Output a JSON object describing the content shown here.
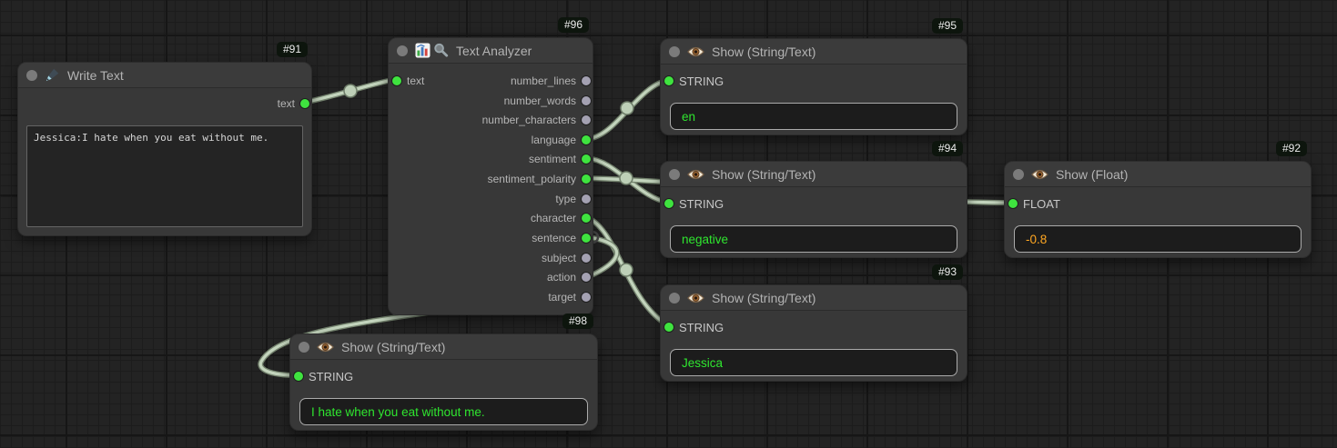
{
  "app": {
    "type": "node-graph-editor"
  },
  "colors": {
    "canvas_bg": "#232323",
    "node_bg": "#383838",
    "wire": "#c3d4bd",
    "connected_port": "#3fe33f",
    "unconnected_port": "#a4a1b2",
    "string_value_color": "#2fe62f",
    "float_value_color": "#ffa722"
  },
  "nodes": [
    {
      "id": "#91",
      "title": "Write Text",
      "icon": "pen-icon",
      "outputs": [
        {
          "name": "text",
          "connected": true
        }
      ],
      "widgets": {
        "text": "Jessica:I hate when you eat without me."
      }
    },
    {
      "id": "#96",
      "title": "Text Analyzer",
      "icons": [
        "bar-chart-icon",
        "magnifier-icon"
      ],
      "inputs": [
        {
          "name": "text",
          "connected": true
        }
      ],
      "outputs": [
        {
          "name": "number_lines",
          "connected": false
        },
        {
          "name": "number_words",
          "connected": false
        },
        {
          "name": "number_characters",
          "connected": false
        },
        {
          "name": "language",
          "connected": true
        },
        {
          "name": "sentiment",
          "connected": true
        },
        {
          "name": "sentiment_polarity",
          "connected": true
        },
        {
          "name": "type",
          "connected": false
        },
        {
          "name": "character",
          "connected": true
        },
        {
          "name": "sentence",
          "connected": true
        },
        {
          "name": "subject",
          "connected": false
        },
        {
          "name": "action",
          "connected": false
        },
        {
          "name": "target",
          "connected": false
        }
      ]
    },
    {
      "id": "#95",
      "title": "Show (String/Text)",
      "icon": "eye-icon",
      "inputs": [
        {
          "name": "STRING",
          "connected": true
        }
      ],
      "value": "en"
    },
    {
      "id": "#94",
      "title": "Show (String/Text)",
      "icon": "eye-icon",
      "inputs": [
        {
          "name": "STRING",
          "connected": true
        }
      ],
      "value": "negative"
    },
    {
      "id": "#92",
      "title": "Show (Float)",
      "icon": "eye-icon",
      "inputs": [
        {
          "name": "FLOAT",
          "connected": true
        }
      ],
      "value": "-0.8"
    },
    {
      "id": "#93",
      "title": "Show (String/Text)",
      "icon": "eye-icon",
      "inputs": [
        {
          "name": "STRING",
          "connected": true
        }
      ],
      "value": "Jessica"
    },
    {
      "id": "#98",
      "title": "Show (String/Text)",
      "icon": "eye-icon",
      "inputs": [
        {
          "name": "STRING",
          "connected": true
        }
      ],
      "value": "I hate when you eat without me."
    }
  ],
  "links": [
    {
      "from": "#91 text",
      "to": "#96 text"
    },
    {
      "from": "#96 language",
      "to": "#95 STRING"
    },
    {
      "from": "#96 sentiment",
      "to": "#94 STRING"
    },
    {
      "from": "#96 sentiment_polarity",
      "to": "#92 FLOAT"
    },
    {
      "from": "#96 character",
      "to": "#93 STRING"
    },
    {
      "from": "#96 sentence",
      "to": "#98 STRING"
    }
  ]
}
